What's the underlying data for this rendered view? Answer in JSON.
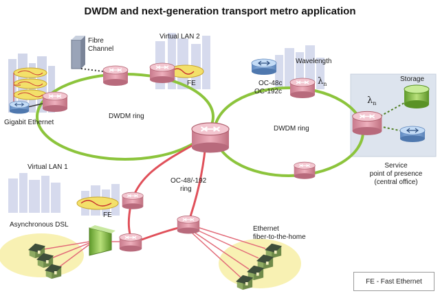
{
  "title": "DWDM and next-generation transport metro application",
  "labels": {
    "fibre_channel": [
      "Fibre",
      "Channel"
    ],
    "virtual_lan_2": "Virtual LAN 2",
    "fe_top": "FE",
    "gigabit_ethernet": "Gigabit Ethernet",
    "dwdm_ring_left": "DWDM ring",
    "dwdm_ring_right": "DWDM ring",
    "oc_48c": "OC-48c",
    "oc_192c": "OC-192c",
    "wavelength": "Wavelength",
    "lambda_n_1": "λ",
    "lambda_n_2": "λ",
    "lambda_sub": "n",
    "storage": "Storage",
    "service_pop": [
      "Service",
      "point of presence",
      "(central office)"
    ],
    "virtual_lan_1": "Virtual LAN 1",
    "fe_bottom": "FE",
    "oc_ring": [
      "OC-48/-192",
      "ring"
    ],
    "asynchronous_dsl": "Asynchronous DSL",
    "ethernet_ftth": [
      "Ethernet",
      "fiber-to-the-home"
    ],
    "legend": "FE - Fast Ethernet"
  },
  "colors": {
    "dwdm_ring": "#8cc43c",
    "oc_ring": "#e0505a",
    "node_fill": "#e8a2b0",
    "node_top": "#f4c8d2",
    "router_blue": "#8fb4e0",
    "storage_green": "#9ed05a",
    "lan_yellow": "#f3e06a",
    "service_box": "#dde4ee"
  }
}
